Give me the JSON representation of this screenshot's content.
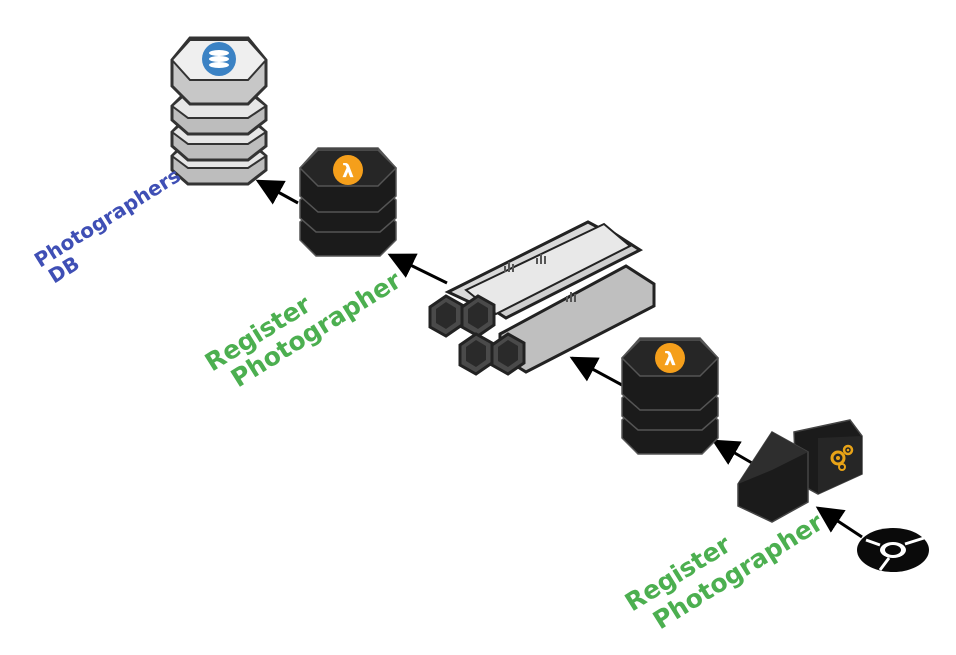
{
  "labels": {
    "db_line1": "Photographers",
    "db_line2": "DB",
    "register_upper_line1": "Register",
    "register_upper_line2": "Photographer",
    "register_lower_line1": "Register",
    "register_lower_line2": "Photographer"
  },
  "nodes": [
    {
      "name": "photographers-db",
      "kind": "database",
      "icon": "database-icon"
    },
    {
      "name": "lambda-upper",
      "kind": "lambda-function",
      "icon": "lambda-icon"
    },
    {
      "name": "kinesis-stream",
      "kind": "stream-shards",
      "icon": "bar-chart-icon"
    },
    {
      "name": "lambda-lower",
      "kind": "lambda-function",
      "icon": "lambda-icon"
    },
    {
      "name": "api-gateway",
      "kind": "gateway",
      "icon": "gears-icon"
    },
    {
      "name": "browser-client",
      "kind": "client",
      "icon": "chrome-icon"
    }
  ],
  "edges": [
    {
      "from": "browser-client",
      "to": "api-gateway"
    },
    {
      "from": "api-gateway",
      "to": "lambda-lower"
    },
    {
      "from": "lambda-lower",
      "to": "kinesis-stream"
    },
    {
      "from": "kinesis-stream",
      "to": "lambda-upper"
    },
    {
      "from": "lambda-upper",
      "to": "photographers-db"
    }
  ],
  "colors": {
    "label_blue": "#3f4fb5",
    "label_green": "#4caf50",
    "lambda_orange": "#f59f1b",
    "db_blue": "#3b82c4",
    "dark": "#1b1b1b",
    "gears": "#e8a317"
  },
  "glyphs": {
    "lambda": "λ"
  }
}
